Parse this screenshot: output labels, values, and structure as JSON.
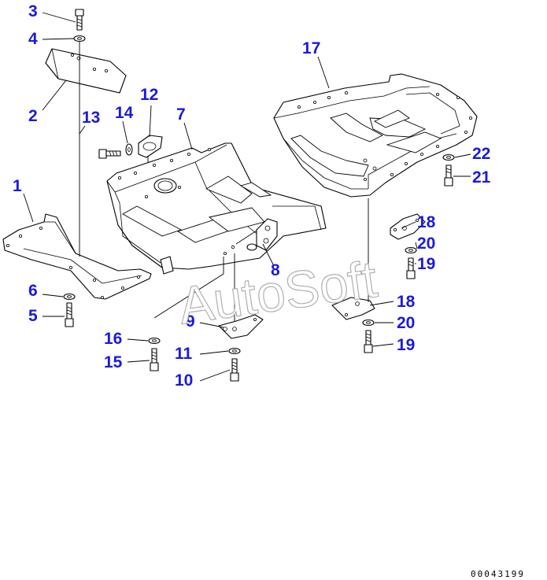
{
  "diagram": {
    "callout_color": "#1a1adb",
    "watermark": "AutoSoft",
    "document_number": "00043199",
    "callouts": {
      "c1": "1",
      "c2": "2",
      "c3": "3",
      "c4": "4",
      "c5": "5",
      "c6": "6",
      "c7": "7",
      "c8": "8",
      "c9": "9",
      "c10": "10",
      "c11": "11",
      "c12": "12",
      "c13": "13",
      "c14": "14",
      "c15": "15",
      "c16": "16",
      "c17": "17",
      "c18a": "18",
      "c18b": "18",
      "c19a": "19",
      "c19b": "19",
      "c20a": "20",
      "c20b": "20",
      "c21": "21",
      "c22": "22"
    }
  }
}
